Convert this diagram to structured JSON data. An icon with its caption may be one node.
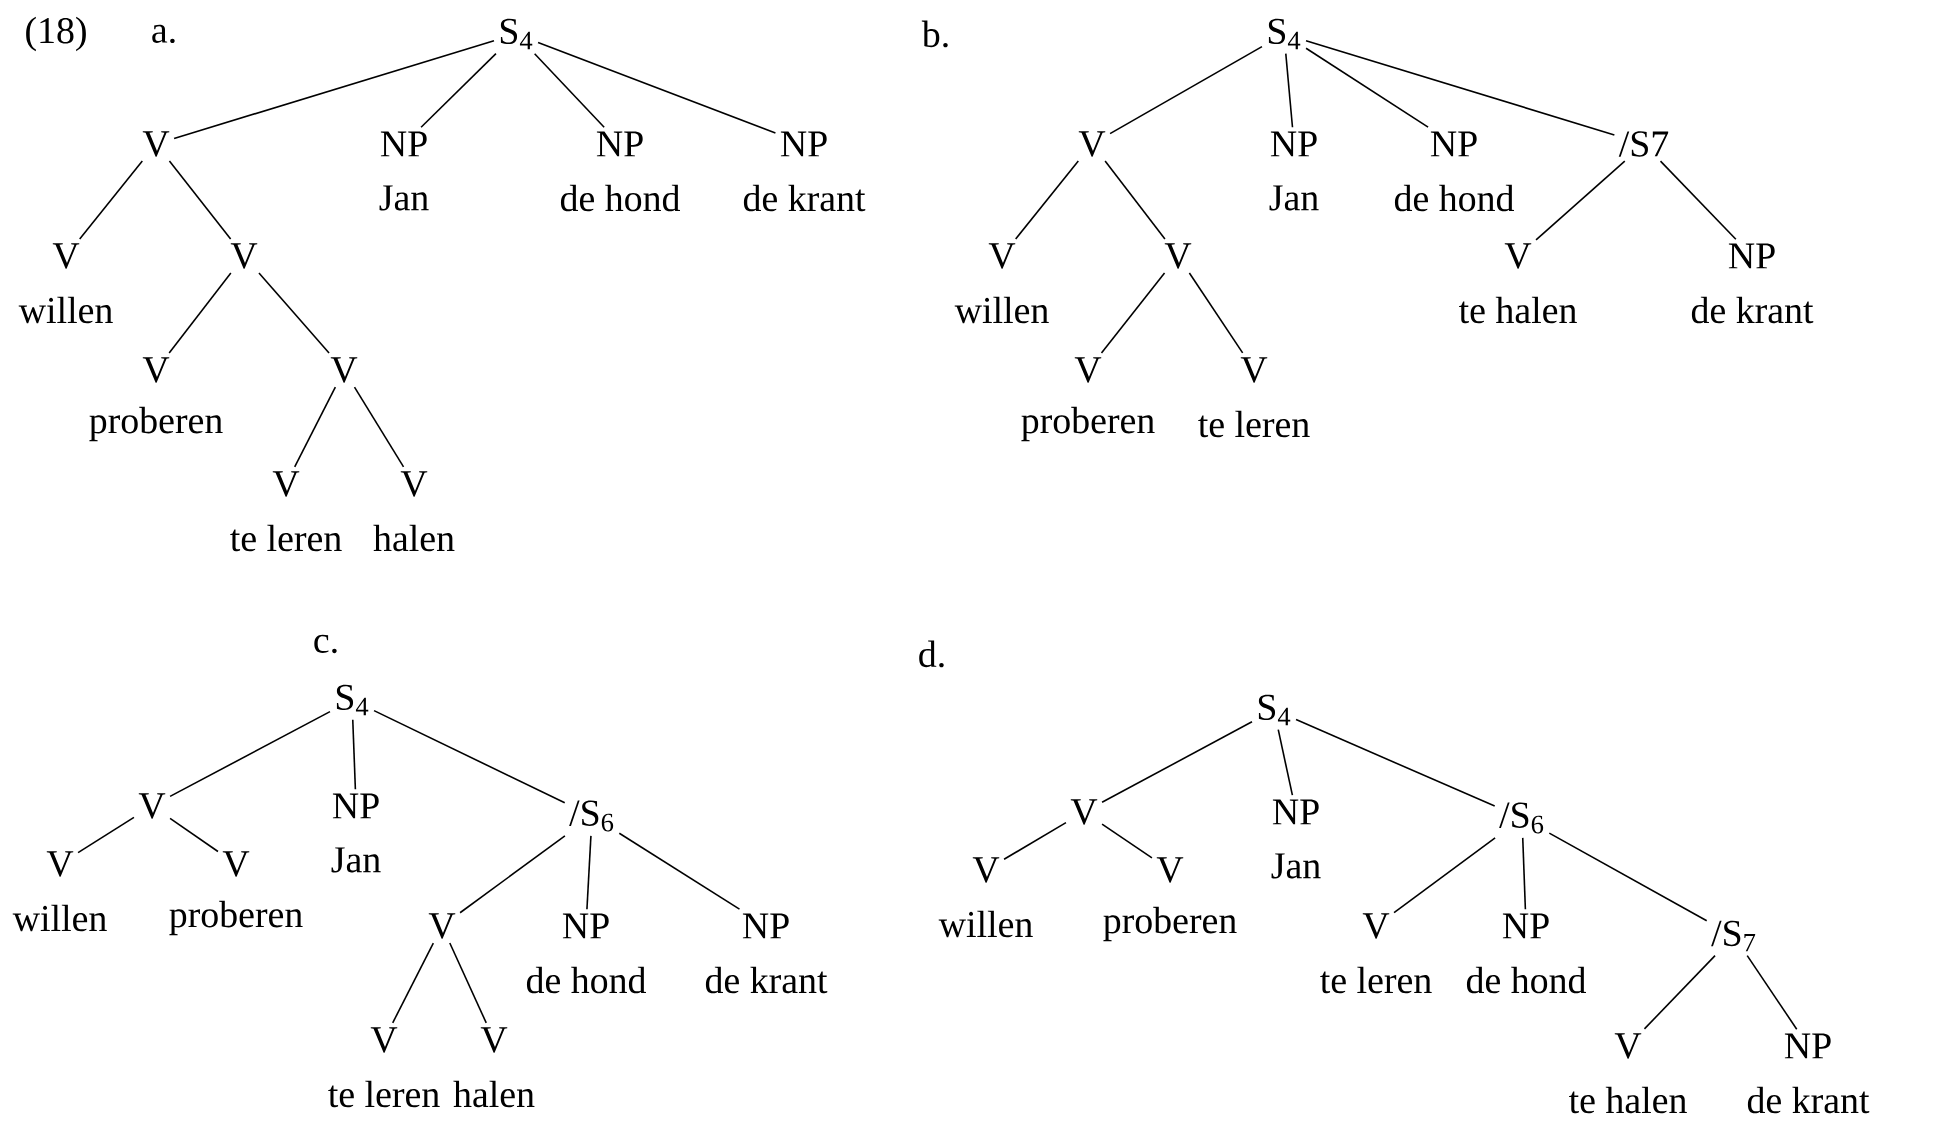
{
  "diagram": {
    "nodes": [
      {
        "text": [
          "S$_{4}$"
        ]
      },
      {
        "text": [
          "V"
        ]
      },
      {
        "text": [
          "NP"
        ],
        "beside": [
          "Jan"
        ]
      },
      {
        "text": [
          "NP"
        ],
        "beside": [
          "de hond"
        ]
      },
      {
        "text": [
          "NP"
        ],
        "beside": [
          "de krant"
        ]
      },
      {
        "text": [
          "V"
        ],
        "beside": [
          "willen"
        ]
      },
      {
        "text": [
          "V"
        ]
      },
      {
        "text": [
          "V"
        ],
        "beside": [
          "proberen"
        ]
      },
      {
        "text": [
          "V"
        ]
      },
      {
        "text": [
          "V"
        ],
        "beside": [
          "te leren"
        ]
      },
      {
        "text": [
          "V"
        ],
        "beside": [
          "halen"
        ]
      },
      {
        "text": [
          "S$_{4}$"
        ]
      },
      {
        "text": [
          "V"
        ]
      },
      {
        "text": [
          "NP"
        ],
        "beside": [
          "Jan"
        ]
      },
      {
        "text": [
          "NP"
        ],
        "beside": [
          "de hond"
        ]
      },
      {
        "text": [
          "/S7"
        ]
      },
      {
        "text": [
          "V"
        ],
        "beside": [
          "willen"
        ]
      },
      {
        "text": [
          "V"
        ]
      },
      {
        "text": [
          "V"
        ],
        "beside": [
          "proberen"
        ]
      },
      {
        "text": [
          "V"
        ],
        "beside": [
          "te leren"
        ]
      },
      {
        "text": [
          "V"
        ],
        "beside": [
          "te halen"
        ]
      },
      {
        "text": [
          "NP"
        ],
        "beside": [
          "de krant"
        ]
      },
      {
        "text": [
          "S$_{4}$"
        ]
      },
      {
        "text": [
          "V"
        ]
      },
      {
        "text": [
          "NP"
        ],
        "beside": [
          "Jan"
        ]
      },
      {
        "text": [
          "/S$_{6}$"
        ]
      },
      {
        "text": [
          "V"
        ],
        "beside": [
          "willen"
        ]
      },
      {
        "text": [
          "V"
        ],
        "beside": [
          "proberen"
        ]
      },
      {
        "text": [
          "V"
        ]
      },
      {
        "text": [
          "NP"
        ],
        "beside": [
          "de hond"
        ]
      },
      {
        "text": [
          "NP"
        ],
        "beside": [
          "de krant"
        ]
      },
      {
        "text": [
          "V"
        ],
        "beside": [
          "te leren"
        ]
      },
      {
        "text": [
          "V"
        ],
        "beside": [
          "halen"
        ]
      },
      {
        "text": [
          "S$_{4}$"
        ]
      },
      {
        "text": [
          "V"
        ]
      },
      {
        "text": [
          "NP"
        ],
        "beside": [
          "Jan"
        ]
      },
      {
        "text": [
          "/S$_{6}$"
        ]
      },
      {
        "text": [
          "V"
        ],
        "beside": [
          "willen"
        ]
      },
      {
        "text": [
          "V"
        ],
        "beside": [
          "proberen"
        ]
      },
      {
        "text": [
          "V"
        ],
        "beside": [
          "te leren"
        ]
      },
      {
        "text": [
          "NP"
        ],
        "beside": [
          "de hond"
        ]
      },
      {
        "text": [
          "/S$_{7}$"
        ]
      },
      {
        "text": [
          "V"
        ],
        "beside": [
          "te halen"
        ]
      },
      {
        "text": [
          "NP"
        ],
        "beside": [
          "de krant"
        ]
      }
    ],
    "edges": [
      {
        "from": 0,
        "to": 1,
        "arrow": "none"
      },
      {
        "from": 0,
        "to": 2,
        "arrow": "none"
      },
      {
        "from": 0,
        "to": 3,
        "arrow": "none"
      },
      {
        "from": 0,
        "to": 4,
        "arrow": "none"
      },
      {
        "from": 1,
        "to": 5,
        "arrow": "none"
      },
      {
        "from": 1,
        "to": 6,
        "arrow": "none"
      },
      {
        "from": 6,
        "to": 7,
        "arrow": "none"
      },
      {
        "from": 6,
        "to": 8,
        "arrow": "none"
      },
      {
        "from": 8,
        "to": 9,
        "arrow": "none"
      },
      {
        "from": 8,
        "to": 10,
        "arrow": "none"
      },
      {
        "from": 11,
        "to": 12,
        "arrow": "none"
      },
      {
        "from": 11,
        "to": 13,
        "arrow": "none"
      },
      {
        "from": 11,
        "to": 14,
        "arrow": "none"
      },
      {
        "from": 11,
        "to": 15,
        "arrow": "none"
      },
      {
        "from": 12,
        "to": 16,
        "arrow": "none"
      },
      {
        "from": 12,
        "to": 17,
        "arrow": "none"
      },
      {
        "from": 17,
        "to": 18,
        "arrow": "none"
      },
      {
        "from": 17,
        "to": 19,
        "arrow": "none"
      },
      {
        "from": 15,
        "to": 20,
        "arrow": "none"
      },
      {
        "from": 15,
        "to": 21,
        "arrow": "none"
      },
      {
        "from": 22,
        "to": 23,
        "arrow": "none"
      },
      {
        "from": 22,
        "to": 24,
        "arrow": "none"
      },
      {
        "from": 22,
        "to": 25,
        "arrow": "none"
      },
      {
        "from": 23,
        "to": 26,
        "arrow": "none"
      },
      {
        "from": 23,
        "to": 27,
        "arrow": "none"
      },
      {
        "from": 25,
        "to": 28,
        "arrow": "none"
      },
      {
        "from": 25,
        "to": 29,
        "arrow": "none"
      },
      {
        "from": 25,
        "to": 30,
        "arrow": "none"
      },
      {
        "from": 28,
        "to": 31,
        "arrow": "none"
      },
      {
        "from": 28,
        "to": 32,
        "arrow": "none"
      },
      {
        "from": 33,
        "to": 34,
        "arrow": "none"
      },
      {
        "from": 33,
        "to": 35,
        "arrow": "none"
      },
      {
        "from": 33,
        "to": 36,
        "arrow": "none"
      },
      {
        "from": 34,
        "to": 37,
        "arrow": "none"
      },
      {
        "from": 34,
        "to": 38,
        "arrow": "none"
      },
      {
        "from": 36,
        "to": 39,
        "arrow": "none"
      },
      {
        "from": 36,
        "to": 40,
        "arrow": "none"
      },
      {
        "from": 36,
        "to": 41,
        "arrow": "none"
      },
      {
        "from": 41,
        "to": 42,
        "arrow": "none"
      },
      {
        "from": 41,
        "to": 43,
        "arrow": "none"
      }
    ],
    "labels": [
      "(18)",
      "a.",
      "b.",
      "c.",
      "d."
    ]
  }
}
